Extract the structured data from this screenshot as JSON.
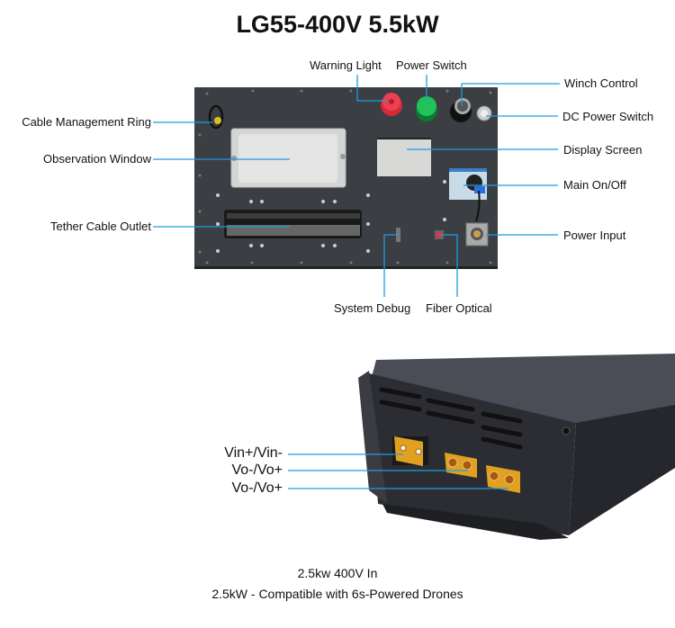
{
  "title": "LG55-400V 5.5kW",
  "panel_labels": {
    "cable_management_ring": "Cable Management Ring",
    "observation_window": "Observation Window",
    "tether_cable_outlet": "Tether Cable Outlet",
    "warning_light": "Warning Light",
    "power_switch": "Power Switch",
    "winch_control": "Winch Control",
    "dc_power_switch": "DC Power Switch",
    "display_screen": "Display Screen",
    "main_on_off": "Main On/Off",
    "power_input": "Power Input",
    "system_debug": "System Debug",
    "fiber_optical": "Fiber Optical"
  },
  "module_labels": {
    "vin": "Vin+/Vin-",
    "vo1": "Vo-/Vo+",
    "vo2": "Vo-/Vo+"
  },
  "captions": {
    "line1": "2.5kw 400V In",
    "line2": "2.5kW - Compatible with 6s-Powered Drones"
  },
  "colors": {
    "leader": "#1a9ee0",
    "panel": "#3b3e43",
    "connector": "#e0a020"
  }
}
